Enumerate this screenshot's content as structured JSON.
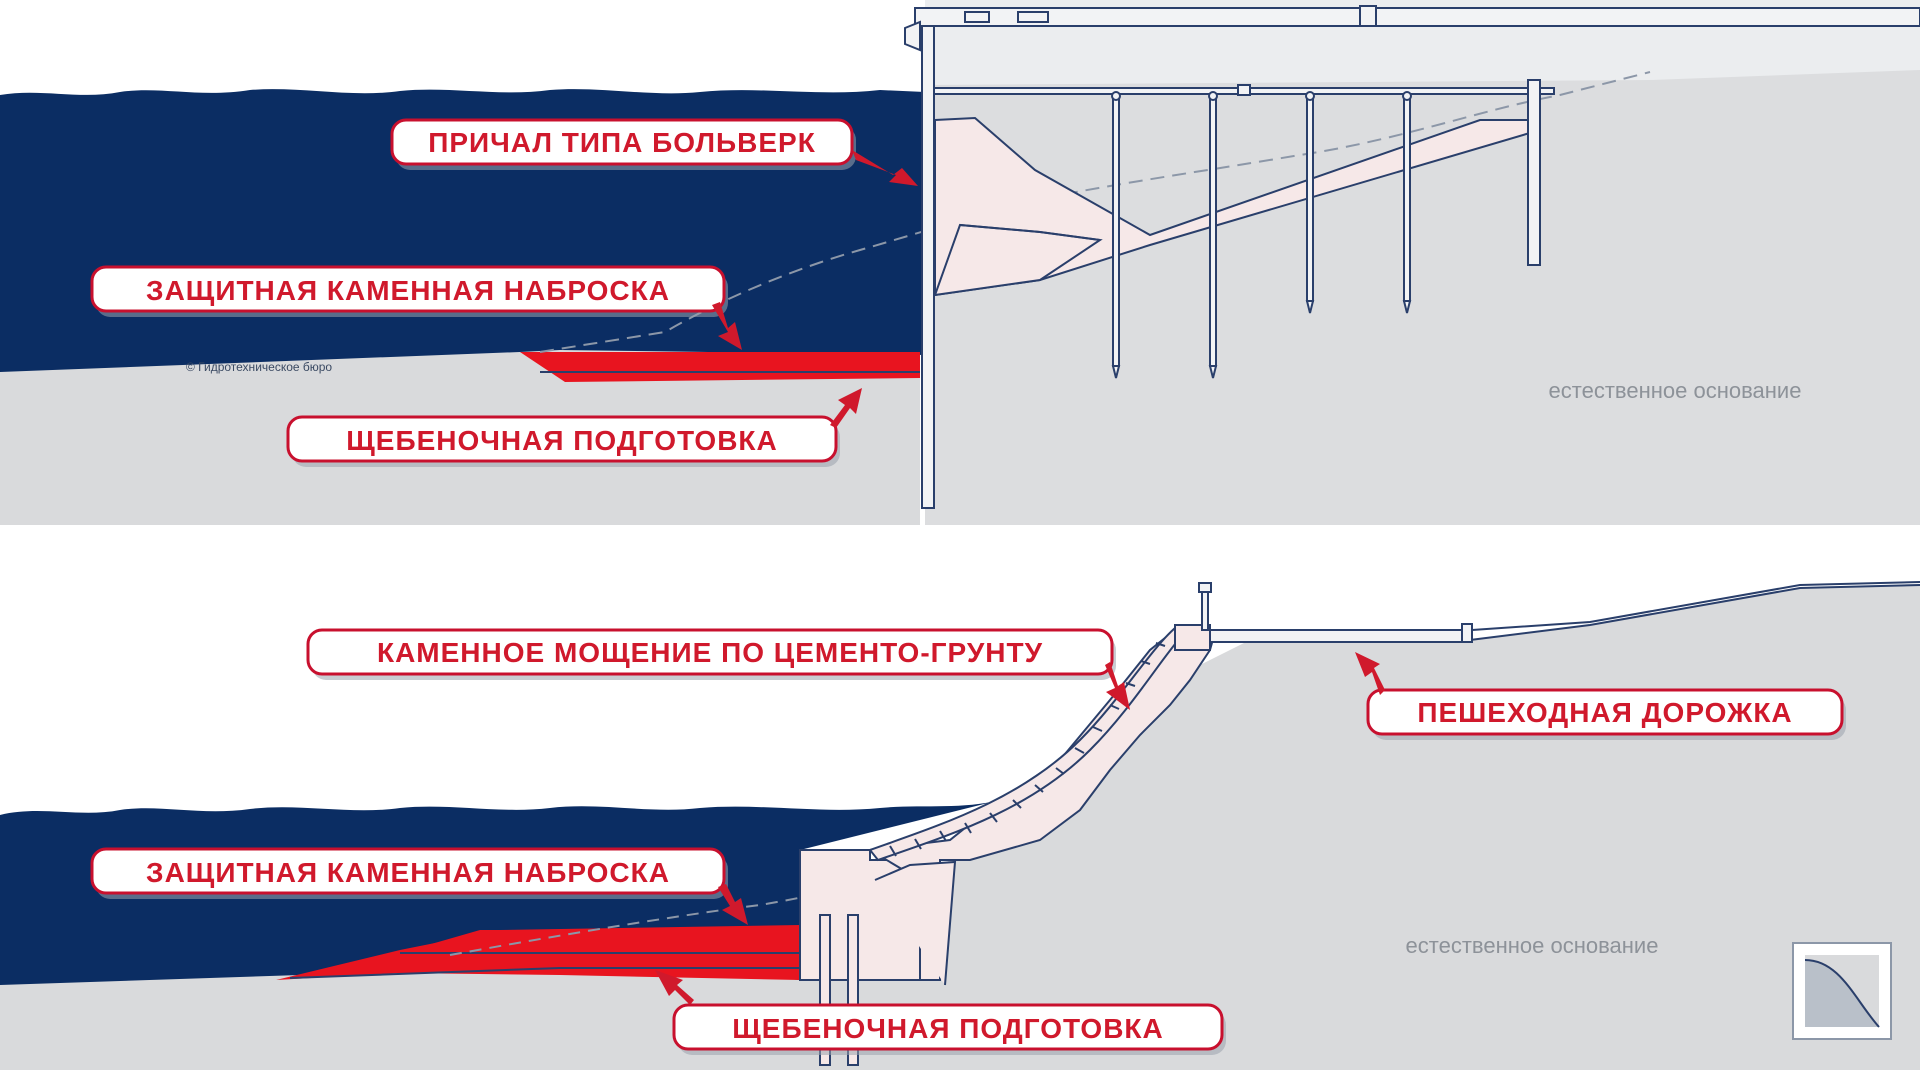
{
  "diagram": {
    "top_panel": {
      "labels": {
        "berth": "ПРИЧАЛ ТИПА БОЛЬВЕРК",
        "rock_protection": "ЗАЩИТНАЯ КАМЕННАЯ НАБРОСКА",
        "gravel_bed": "ЩЕБЕНОЧНАЯ ПОДГОТОВКА"
      },
      "ground_label": "естественное основание",
      "credit": "© Гидротехническое бюро"
    },
    "bottom_panel": {
      "labels": {
        "stone_paving": "КАМЕННОЕ МОЩЕНИЕ ПО ЦЕМЕНТО-ГРУНТУ",
        "footpath": "ПЕШЕХОДНАЯ ДОРОЖКА",
        "rock_protection": "ЗАЩИТНАЯ КАМЕННАЯ НАБРОСКА",
        "gravel_bed": "ЩЕБЕНОЧНАЯ ПОДГОТОВКА"
      },
      "ground_label": "естественное основание"
    },
    "colors": {
      "water": "#0b2d63",
      "ground": "#d9dadc",
      "fill": "#f6e8e8",
      "red": "#e8141f",
      "outline": "#2a3f6b",
      "label_text": "#d0192c"
    },
    "icons": [
      "slope-logo-icon",
      "arrow-icon"
    ]
  }
}
